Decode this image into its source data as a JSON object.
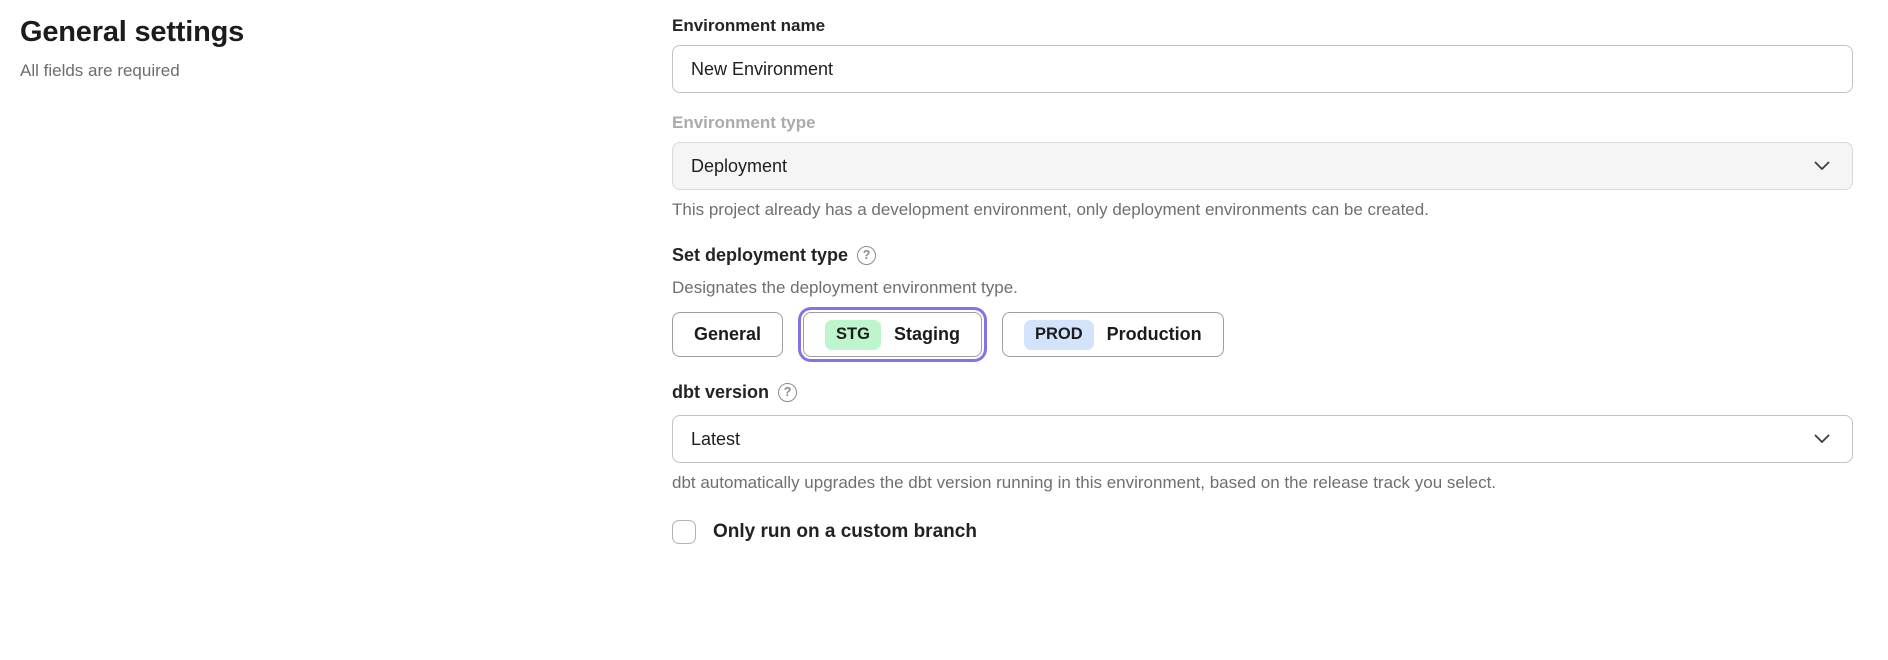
{
  "header": {
    "title": "General settings",
    "subtitle": "All fields are required"
  },
  "form": {
    "environment_name": {
      "label": "Environment name",
      "value": "New Environment"
    },
    "environment_type": {
      "label": "Environment type",
      "value": "Deployment",
      "disabled": true,
      "helper": "This project already has a development environment, only deployment environments can be created."
    },
    "deployment_type": {
      "label": "Set deployment type",
      "help_icon": "?",
      "description": "Designates the deployment environment type.",
      "options": [
        {
          "badge": "",
          "label": "General",
          "selected": false
        },
        {
          "badge": "STG",
          "label": "Staging",
          "selected": true
        },
        {
          "badge": "PROD",
          "label": "Production",
          "selected": false
        }
      ]
    },
    "dbt_version": {
      "label": "dbt version",
      "help_icon": "?",
      "value": "Latest",
      "helper": "dbt automatically upgrades the dbt version running in this environment, based on the release track you select."
    },
    "custom_branch": {
      "label": "Only run on a custom branch",
      "checked": false
    }
  },
  "colors": {
    "accent_purple": "#8273e8",
    "badge_green": "#bdf5cd",
    "badge_blue": "#d3e3fb",
    "disabled_bg": "#f5f5f5",
    "helper_text": "#6f6f6f"
  }
}
